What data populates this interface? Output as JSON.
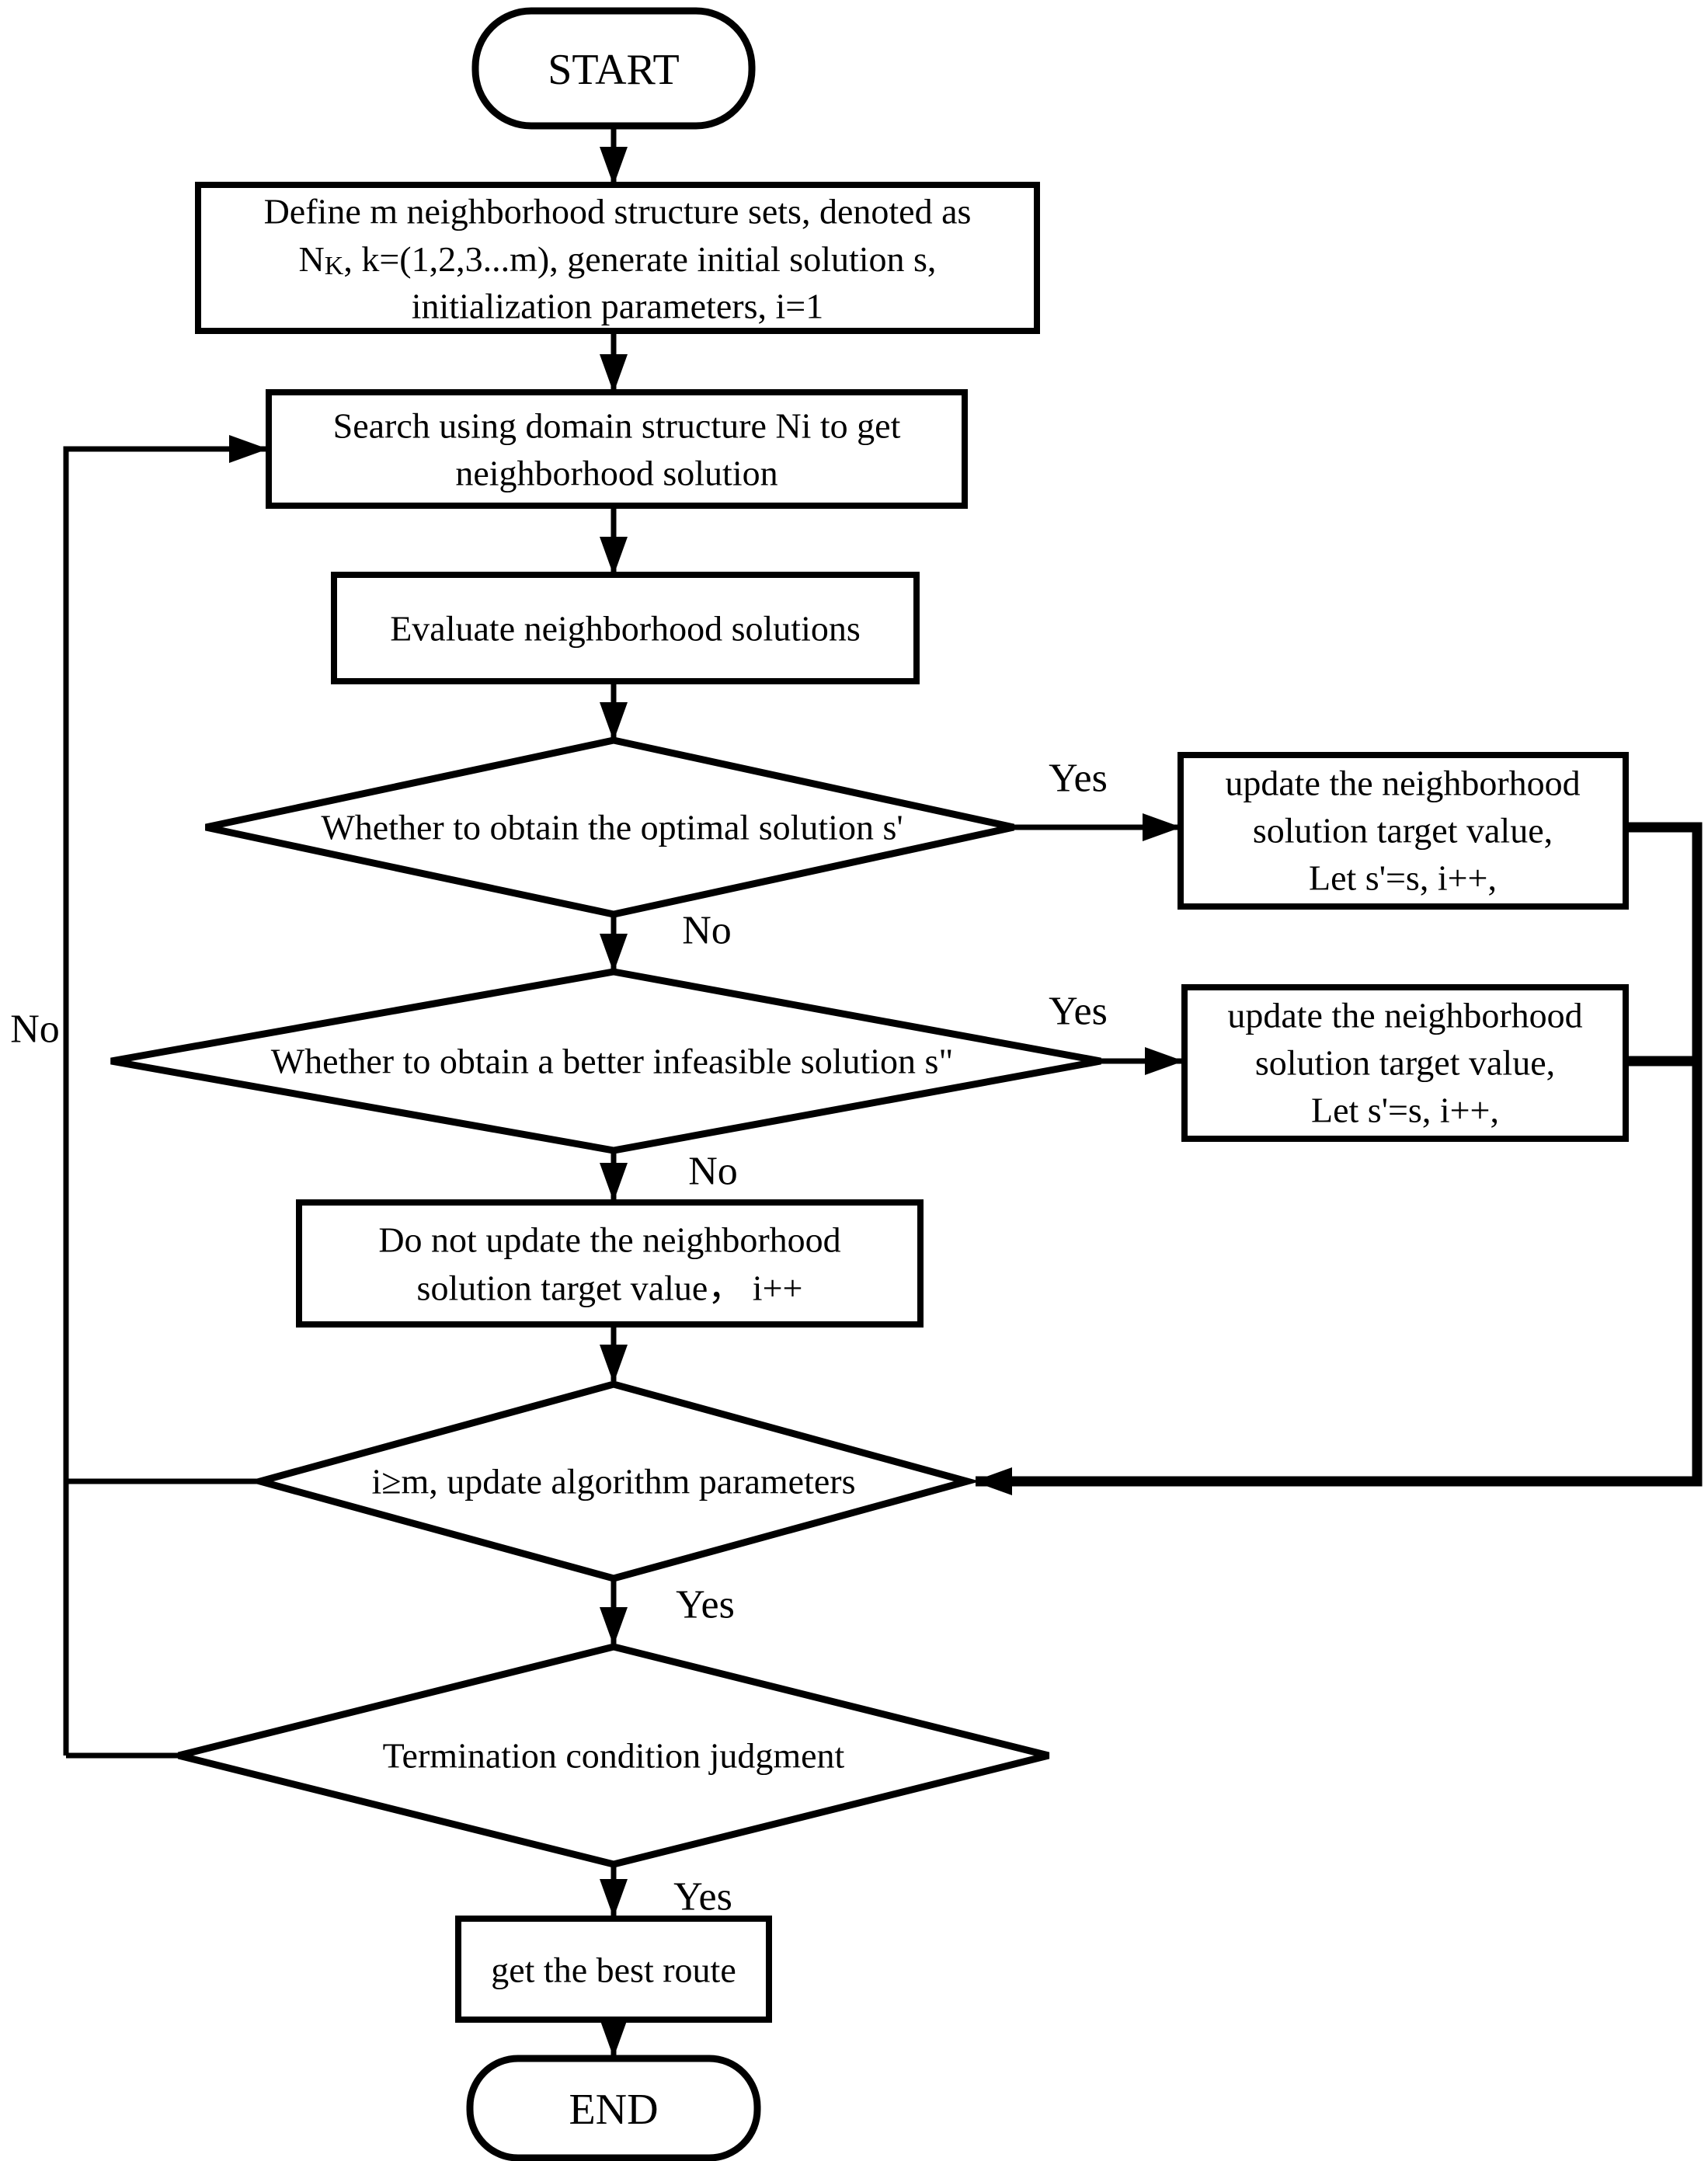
{
  "diagram": {
    "title_semantic": "variable neighborhood search algorithm flowchart",
    "background_color": "#ffffff",
    "line_color": "#000000",
    "nodes": {
      "start": {
        "label": "START"
      },
      "define": {
        "line1": "Define m neighborhood structure sets, denoted as",
        "line2_pre": "N",
        "line2_sub": "K",
        "line2_post": ", k=(1,2,3...m), generate initial solution s,",
        "line3": "initialization parameters, i=1"
      },
      "search": {
        "line1": "Search using domain structure Ni to get",
        "line2": "neighborhood solution"
      },
      "evaluate": {
        "label": "Evaluate neighborhood solutions"
      },
      "decision_optimal": {
        "label": "Whether to obtain the optimal solution s'"
      },
      "update_optimal": {
        "line1": "update the neighborhood",
        "line2": "solution target value,",
        "line3": "Let s'=s, i++,"
      },
      "decision_infeasible": {
        "label": "Whether to obtain a better infeasible solution s\""
      },
      "update_infeasible": {
        "line1": "update the neighborhood",
        "line2": "solution target value,",
        "line3": "Let s'=s, i++,"
      },
      "no_update": {
        "line1": "Do not update the neighborhood",
        "line2": "solution target value， i++"
      },
      "decision_iterations": {
        "label": "i≥m, update algorithm parameters"
      },
      "decision_termination": {
        "label": "Termination condition judgment"
      },
      "best_route": {
        "label": "get the best route"
      },
      "end": {
        "label": "END"
      }
    },
    "edge_labels": {
      "optimal_yes": "Yes",
      "optimal_no": "No",
      "infeasible_yes": "Yes",
      "infeasible_no": "No",
      "iterations_yes": "Yes",
      "termination_yes": "Yes",
      "loop_no": "No"
    }
  }
}
